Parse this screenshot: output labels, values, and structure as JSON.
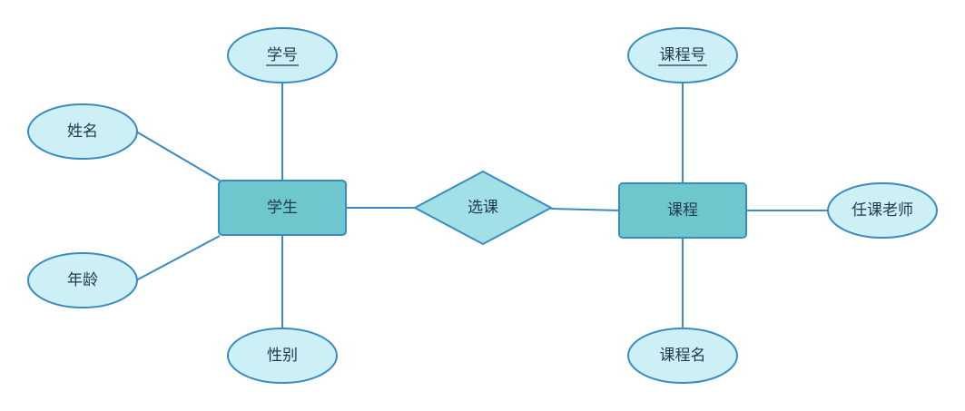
{
  "colors": {
    "line": "#3b8bc0",
    "entity_fill": "#6ec7cc",
    "relationship_fill": "#a2e0e8",
    "attribute_fill": "#ccf0f5",
    "text": "#1f3a4d"
  },
  "entities": {
    "student": {
      "label": "学生"
    },
    "course": {
      "label": "课程"
    }
  },
  "relationship": {
    "label": "选课"
  },
  "attributes": {
    "student_id": {
      "label": "学号",
      "primary_key": true
    },
    "student_name": {
      "label": "姓名",
      "primary_key": false
    },
    "student_age": {
      "label": "年龄",
      "primary_key": false
    },
    "student_gender": {
      "label": "性别",
      "primary_key": false
    },
    "course_id": {
      "label": "课程号",
      "primary_key": true
    },
    "course_name": {
      "label": "课程名",
      "primary_key": false
    },
    "course_teacher": {
      "label": "任课老师",
      "primary_key": false
    }
  }
}
